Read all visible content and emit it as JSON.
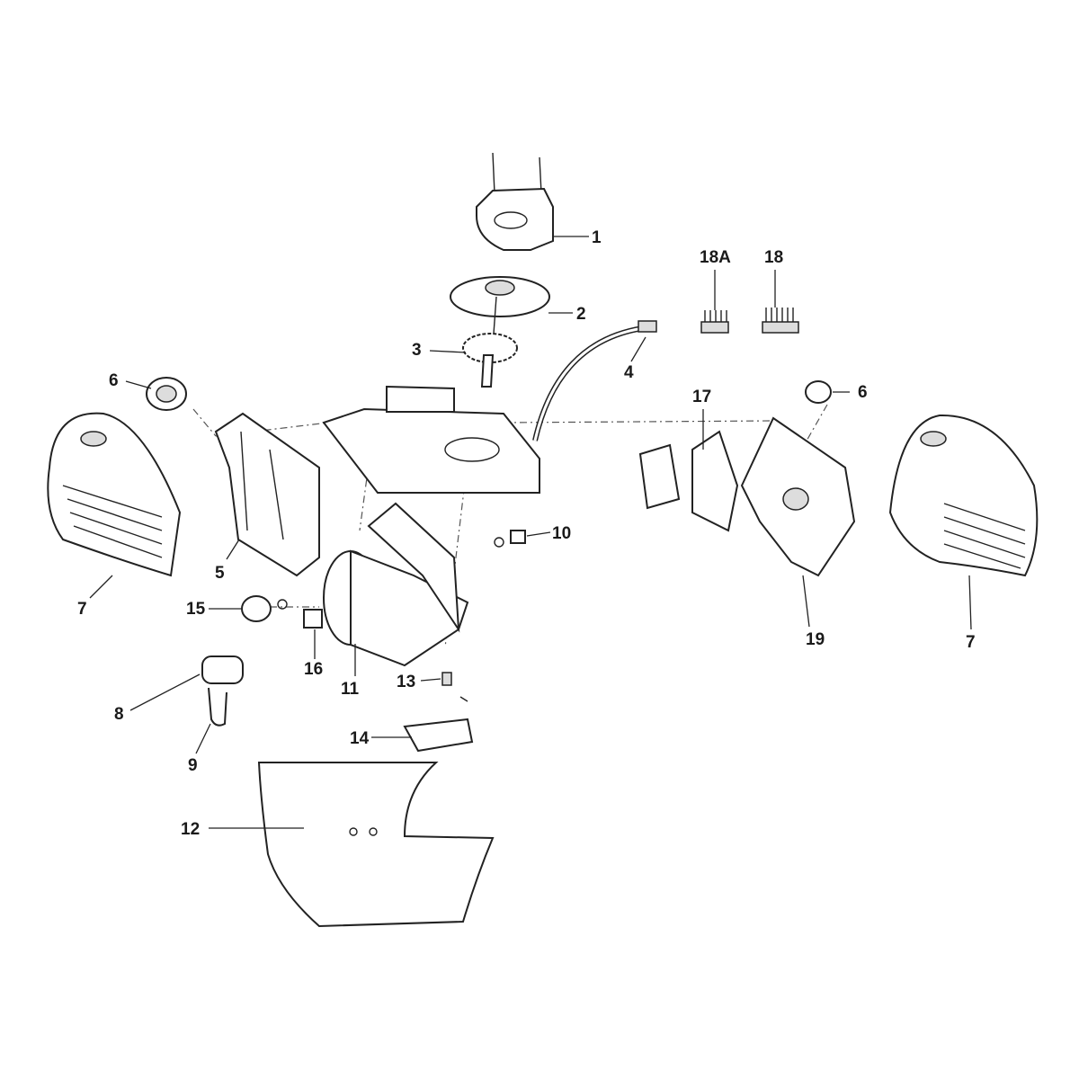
{
  "diagram": {
    "labels": {
      "p1": "1",
      "p2": "2",
      "p3": "3",
      "p4": "4",
      "p5": "5",
      "p6a": "6",
      "p6b": "6",
      "p7a": "7",
      "p7b": "7",
      "p8": "8",
      "p9": "9",
      "p10": "10",
      "p11": "11",
      "p12": "12",
      "p13": "13",
      "p14": "14",
      "p15": "15",
      "p16": "16",
      "p17": "17",
      "p18": "18",
      "p18a": "18A",
      "p19": "19"
    }
  }
}
